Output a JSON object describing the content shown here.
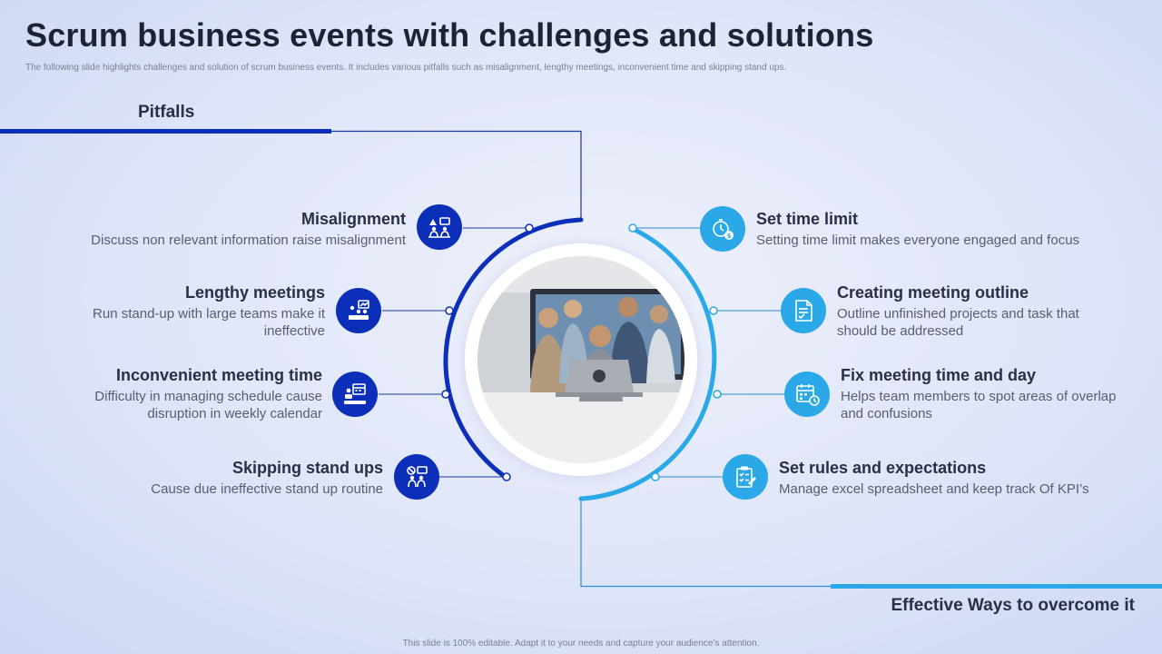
{
  "header": {
    "title": "Scrum business events with challenges and solutions",
    "subtitle": "The following slide highlights challenges and solution of scrum business events. It includes various  pitfalls such as misalignment, lengthy meetings, inconvenient time and skipping stand ups."
  },
  "sections": {
    "pitfalls": "Pitfalls",
    "solutions": "Effective Ways to overcome it"
  },
  "pitfalls": [
    {
      "title": "Misalignment",
      "desc": "Discuss non relevant information raise misalignment",
      "icon": "team-warning-icon"
    },
    {
      "title": "Lengthy meetings",
      "desc": "Run stand-up with large teams make it ineffective",
      "icon": "meeting-presentation-icon"
    },
    {
      "title": "Inconvenient meeting time",
      "desc": "Difficulty in managing schedule cause disruption in weekly calendar",
      "icon": "calendar-meeting-icon"
    },
    {
      "title": "Skipping stand ups",
      "desc": "Cause due ineffective stand up routine",
      "icon": "no-standup-icon"
    }
  ],
  "solutions": [
    {
      "title": "Set time limit",
      "desc": "Setting time limit makes everyone engaged and focus",
      "icon": "stopwatch-money-icon"
    },
    {
      "title": "Creating meeting outline",
      "desc": "Outline unfinished projects and task that should be addressed",
      "icon": "document-outline-icon"
    },
    {
      "title": "Fix meeting time and day",
      "desc": "Helps team members to spot areas of overlap and confusions",
      "icon": "calendar-schedule-icon"
    },
    {
      "title": "Set rules and expectations",
      "desc": "Manage excel spreadsheet and keep track Of KPI’s",
      "icon": "clipboard-rules-icon"
    }
  ],
  "footer": "This slide is 100% editable. Adapt it to your needs and capture your audience’s attention.",
  "colors": {
    "pitfall_accent": "#0b2fb8",
    "solution_accent": "#2aa8e8",
    "text_dark": "#2a2f45"
  },
  "image": {
    "icon": "team-meeting-photo"
  }
}
